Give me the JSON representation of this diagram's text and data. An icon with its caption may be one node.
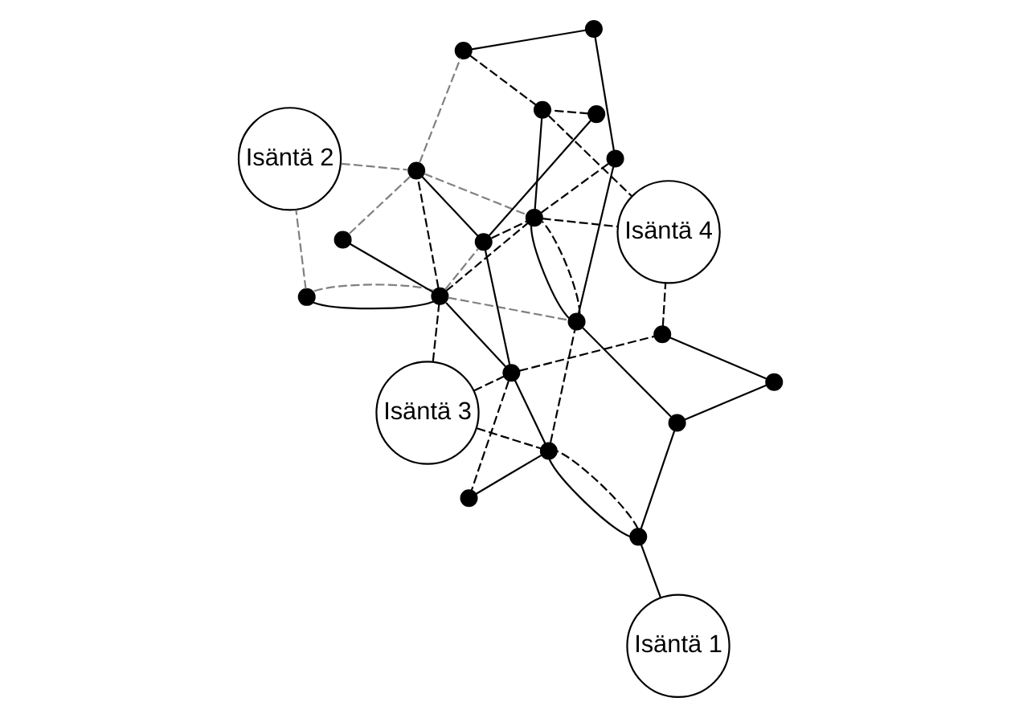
{
  "diagram": {
    "nodes": [
      {
        "text": [
          "Isäntä 2"
        ]
      },
      {
        "text": [
          "Isäntä 3"
        ]
      },
      {
        "text": [
          "Isäntä 1"
        ]
      },
      {
        "text": [
          "Isäntä 4"
        ]
      },
      {
        "text": [],
        "shape": "dot"
      },
      {
        "text": [],
        "shape": "dot"
      },
      {
        "text": [],
        "shape": "dot"
      },
      {
        "text": [],
        "shape": "dot"
      },
      {
        "text": [],
        "shape": "dot"
      },
      {
        "text": [],
        "shape": "dot"
      },
      {
        "text": [],
        "shape": "dot"
      },
      {
        "text": [],
        "shape": "dot"
      },
      {
        "text": [],
        "shape": "dot"
      },
      {
        "text": [],
        "shape": "dot"
      },
      {
        "text": [],
        "shape": "dot"
      },
      {
        "text": [],
        "shape": "dot"
      },
      {
        "text": [],
        "shape": "dot"
      },
      {
        "text": [],
        "shape": "dot"
      },
      {
        "text": [],
        "shape": "dot"
      },
      {
        "text": [],
        "shape": "dot"
      },
      {
        "text": [],
        "shape": "dot"
      },
      {
        "text": [],
        "shape": "dot"
      },
      {
        "text": [],
        "shape": "dot"
      }
    ],
    "edges": [
      {
        "from": 2,
        "to": 13,
        "arrow": "none"
      },
      {
        "from": 13,
        "to": 10,
        "arrow": "none"
      },
      {
        "from": 13,
        "to": 10,
        "arrow": "none",
        "style": "dashed"
      },
      {
        "from": 13,
        "to": 16,
        "arrow": "none"
      },
      {
        "from": 10,
        "to": 8,
        "arrow": "none"
      },
      {
        "from": 10,
        "to": 11,
        "arrow": "none"
      },
      {
        "from": 8,
        "to": 6,
        "arrow": "none"
      },
      {
        "from": 6,
        "to": 4,
        "arrow": "none"
      },
      {
        "from": 6,
        "to": 5,
        "arrow": "none"
      },
      {
        "from": 8,
        "to": 9,
        "arrow": "none"
      },
      {
        "from": 9,
        "to": 7,
        "arrow": "none"
      },
      {
        "from": 9,
        "to": 12,
        "arrow": "none"
      },
      {
        "from": 16,
        "to": 18,
        "arrow": "none"
      },
      {
        "from": 16,
        "to": 21,
        "arrow": "none"
      },
      {
        "from": 18,
        "to": 20,
        "arrow": "none"
      },
      {
        "from": 18,
        "to": 14,
        "arrow": "none"
      },
      {
        "from": 14,
        "to": 15,
        "arrow": "none"
      },
      {
        "from": 15,
        "to": 17,
        "arrow": "none"
      },
      {
        "from": 20,
        "to": 19,
        "arrow": "none"
      },
      {
        "from": 21,
        "to": 22,
        "arrow": "none"
      },
      {
        "from": 1,
        "to": 10,
        "arrow": "none",
        "style": "dashed"
      },
      {
        "from": 1,
        "to": 6,
        "arrow": "none",
        "style": "dashed"
      },
      {
        "from": 1,
        "to": 8,
        "arrow": "none",
        "style": "dashed"
      },
      {
        "from": 6,
        "to": 7,
        "arrow": "none",
        "style": "dashed"
      },
      {
        "from": 8,
        "to": 11,
        "arrow": "none",
        "style": "dashed"
      },
      {
        "from": 10,
        "to": 18,
        "arrow": "none",
        "style": "dashed"
      },
      {
        "from": 8,
        "to": 22,
        "arrow": "none",
        "style": "dashed"
      },
      {
        "from": 9,
        "to": 20,
        "arrow": "none",
        "style": "dashed"
      },
      {
        "from": 6,
        "to": 20,
        "arrow": "none",
        "style": "dashed"
      },
      {
        "from": 14,
        "to": 20,
        "arrow": "none",
        "style": "dashed"
      },
      {
        "from": 12,
        "to": 19,
        "arrow": "none",
        "style": "dashed"
      },
      {
        "from": 19,
        "to": 3,
        "arrow": "none",
        "style": "dashed"
      },
      {
        "from": 20,
        "to": 3,
        "arrow": "none",
        "style": "dashed"
      },
      {
        "from": 22,
        "to": 3,
        "arrow": "none",
        "style": "dashed"
      },
      {
        "from": 17,
        "to": 19,
        "arrow": "none",
        "style": "dashed"
      },
      {
        "from": 18,
        "to": 20,
        "arrow": "none",
        "style": "dashed"
      },
      {
        "from": 4,
        "to": 0,
        "arrow": "none",
        "style": "dashed",
        "color": "#808080"
      },
      {
        "from": 6,
        "to": 4,
        "arrow": "none",
        "style": "dashed",
        "color": "#808080"
      },
      {
        "from": 0,
        "to": 7,
        "arrow": "none",
        "style": "dashed",
        "color": "#808080"
      },
      {
        "from": 7,
        "to": 5,
        "arrow": "none",
        "style": "dashed",
        "color": "#808080"
      },
      {
        "from": 6,
        "to": 18,
        "arrow": "none",
        "style": "dashed",
        "color": "#808080"
      },
      {
        "from": 7,
        "to": 20,
        "arrow": "none",
        "style": "dashed",
        "color": "#808080"
      },
      {
        "from": 7,
        "to": 17,
        "arrow": "none",
        "style": "dashed",
        "color": "#808080"
      },
      {
        "from": 6,
        "to": 9,
        "arrow": "none",
        "style": "dashed",
        "color": "#808080"
      }
    ]
  }
}
